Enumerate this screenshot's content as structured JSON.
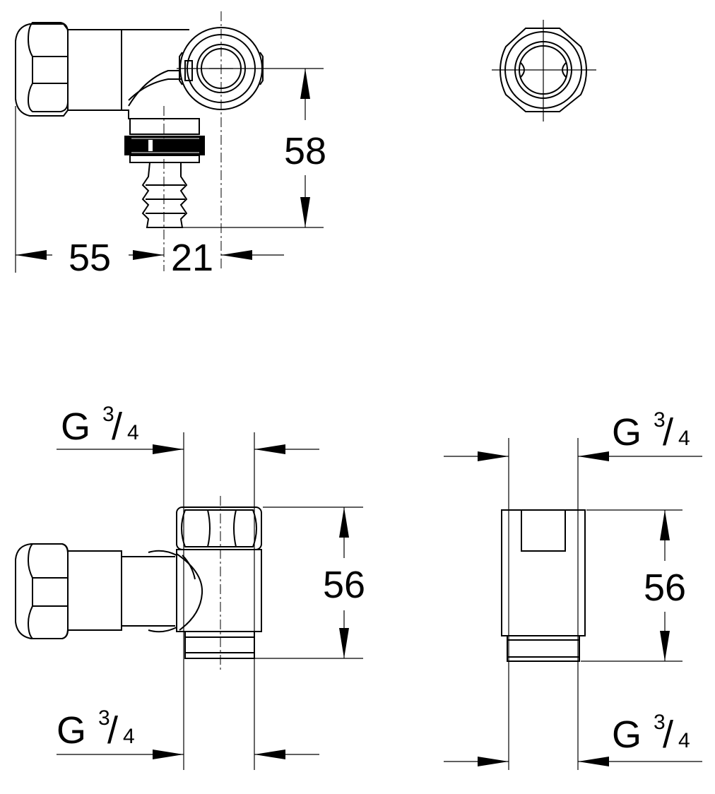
{
  "dimensions": {
    "top_height": "58",
    "top_width_left": "55",
    "top_width_right": "21",
    "bottom_left_height": "56",
    "bottom_right_height": "56"
  },
  "thread_labels": {
    "bottom_left_top": {
      "g": "G",
      "num": "3",
      "slash": "/",
      "den": "4"
    },
    "bottom_left_bottom": {
      "g": "G",
      "num": "3",
      "slash": "/",
      "den": "4"
    },
    "bottom_right_top": {
      "g": "G",
      "num": "3",
      "slash": "/",
      "den": "4"
    },
    "bottom_right_bottom": {
      "g": "G",
      "num": "3",
      "slash": "/",
      "den": "4"
    }
  },
  "colors": {
    "line": "#000000",
    "background": "#ffffff"
  }
}
